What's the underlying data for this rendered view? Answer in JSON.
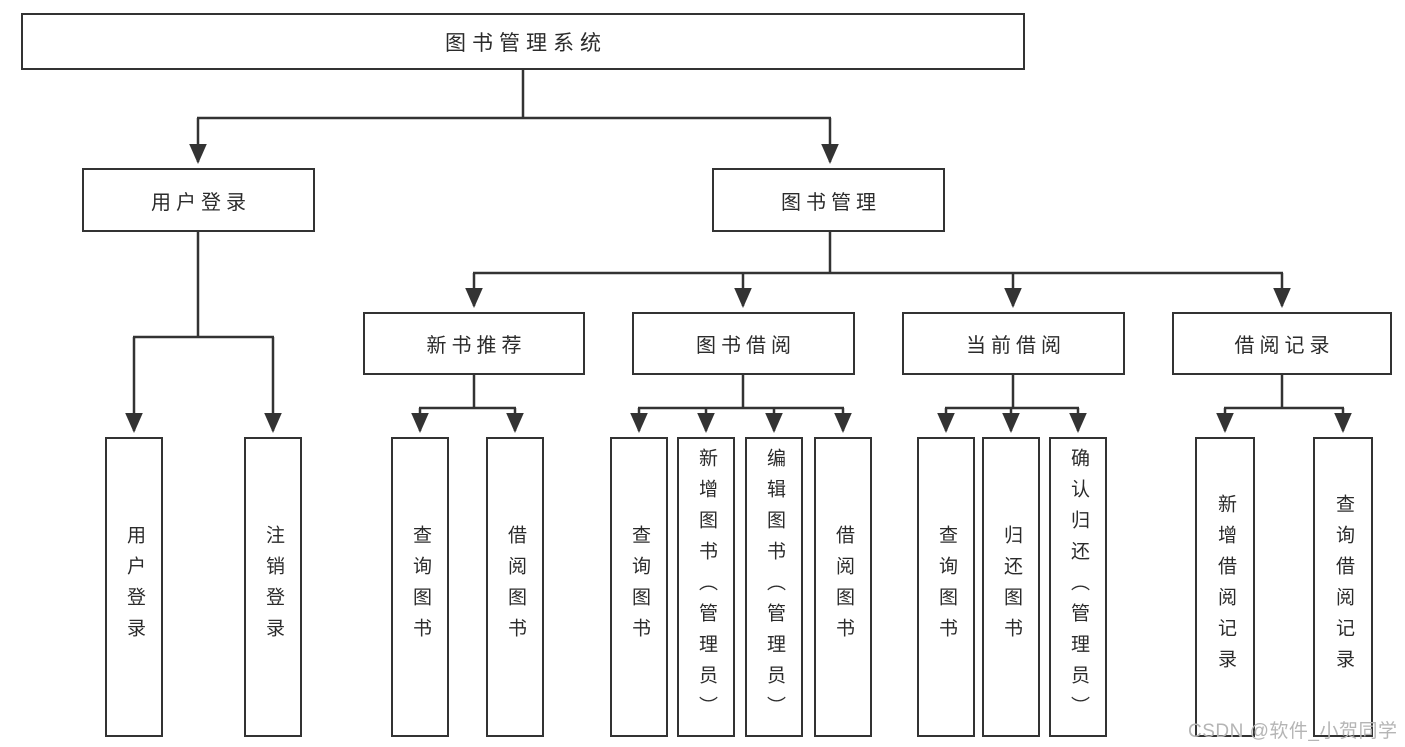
{
  "tree": {
    "root": {
      "label": "图书管理系统"
    },
    "level2": [
      {
        "label": "用户登录",
        "children": [
          {
            "label": "用户登录"
          },
          {
            "label": "注销登录"
          }
        ]
      },
      {
        "label": "图书管理",
        "children": [
          {
            "label": "新书推荐",
            "children": [
              {
                "label": "查询图书"
              },
              {
                "label": "借阅图书"
              }
            ]
          },
          {
            "label": "图书借阅",
            "children": [
              {
                "label": "查询图书"
              },
              {
                "label": "新增图书（管理员）"
              },
              {
                "label": "编辑图书（管理员）"
              },
              {
                "label": "借阅图书"
              }
            ]
          },
          {
            "label": "当前借阅",
            "children": [
              {
                "label": "查询图书"
              },
              {
                "label": "归还图书"
              },
              {
                "label": "确认归还（管理员）"
              }
            ]
          },
          {
            "label": "借阅记录",
            "children": [
              {
                "label": "新增借阅记录"
              },
              {
                "label": "查询借阅记录"
              }
            ]
          }
        ]
      }
    ]
  },
  "watermark": {
    "text": "CSDN @软件_小贺同学"
  },
  "colors": {
    "line": "#333333",
    "box_border": "#333333",
    "box_background": "#ffffff",
    "text": "#2b2b2b",
    "watermark": "#b5b5b5",
    "page_background": "#ffffff"
  }
}
